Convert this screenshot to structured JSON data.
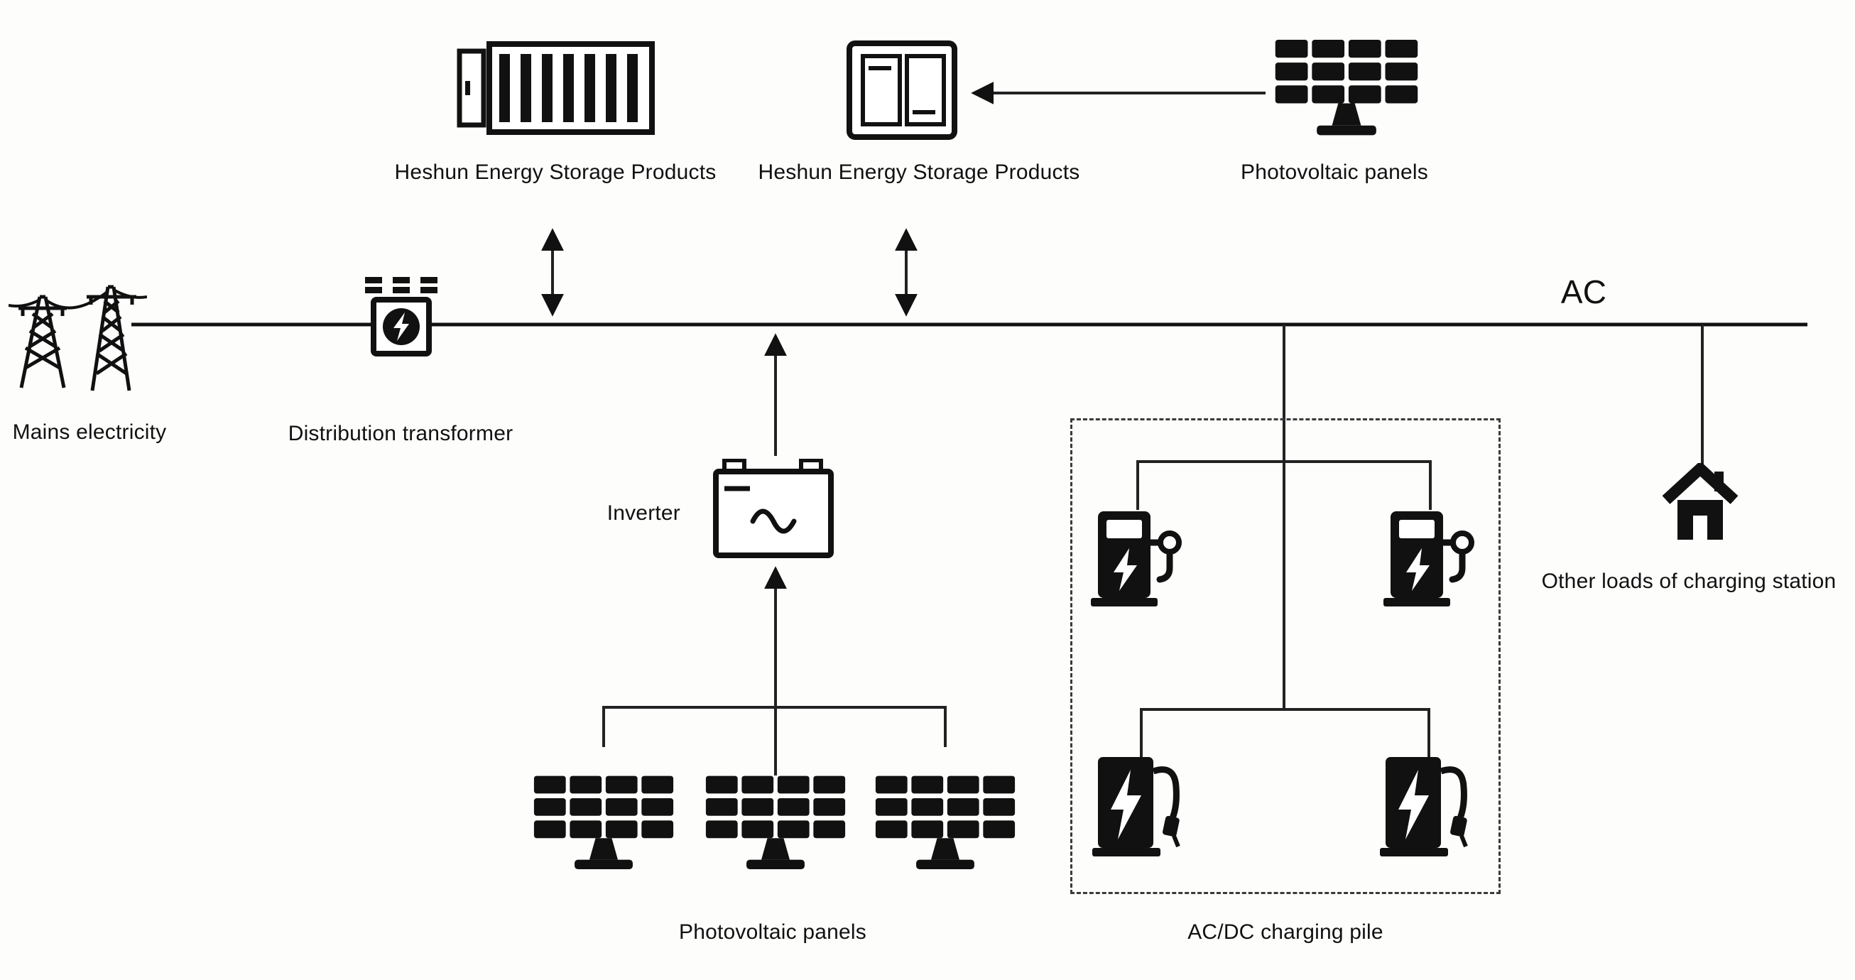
{
  "diagram": {
    "background": "#fdfdfc",
    "ink": "#111111",
    "ac_bus_label": "AC",
    "labels": {
      "storage_container": "Heshun Energy Storage Products",
      "storage_cabinet": "Heshun Energy Storage Products",
      "pv_top": "Photovoltaic panels",
      "mains": "Mains electricity",
      "transformer": "Distribution transformer",
      "inverter": "Inverter",
      "pv_bottom": "Photovoltaic panels",
      "charging_pile": "AC/DC charging pile",
      "other_loads": "Other loads of charging station"
    },
    "icons": [
      "energy-storage-container-icon",
      "energy-storage-cabinet-icon",
      "photovoltaic-panel-icon",
      "transmission-towers-icon",
      "distribution-transformer-icon",
      "inverter-icon",
      "ac-charging-pile-icon",
      "dc-charging-pile-icon",
      "house-icon"
    ]
  }
}
